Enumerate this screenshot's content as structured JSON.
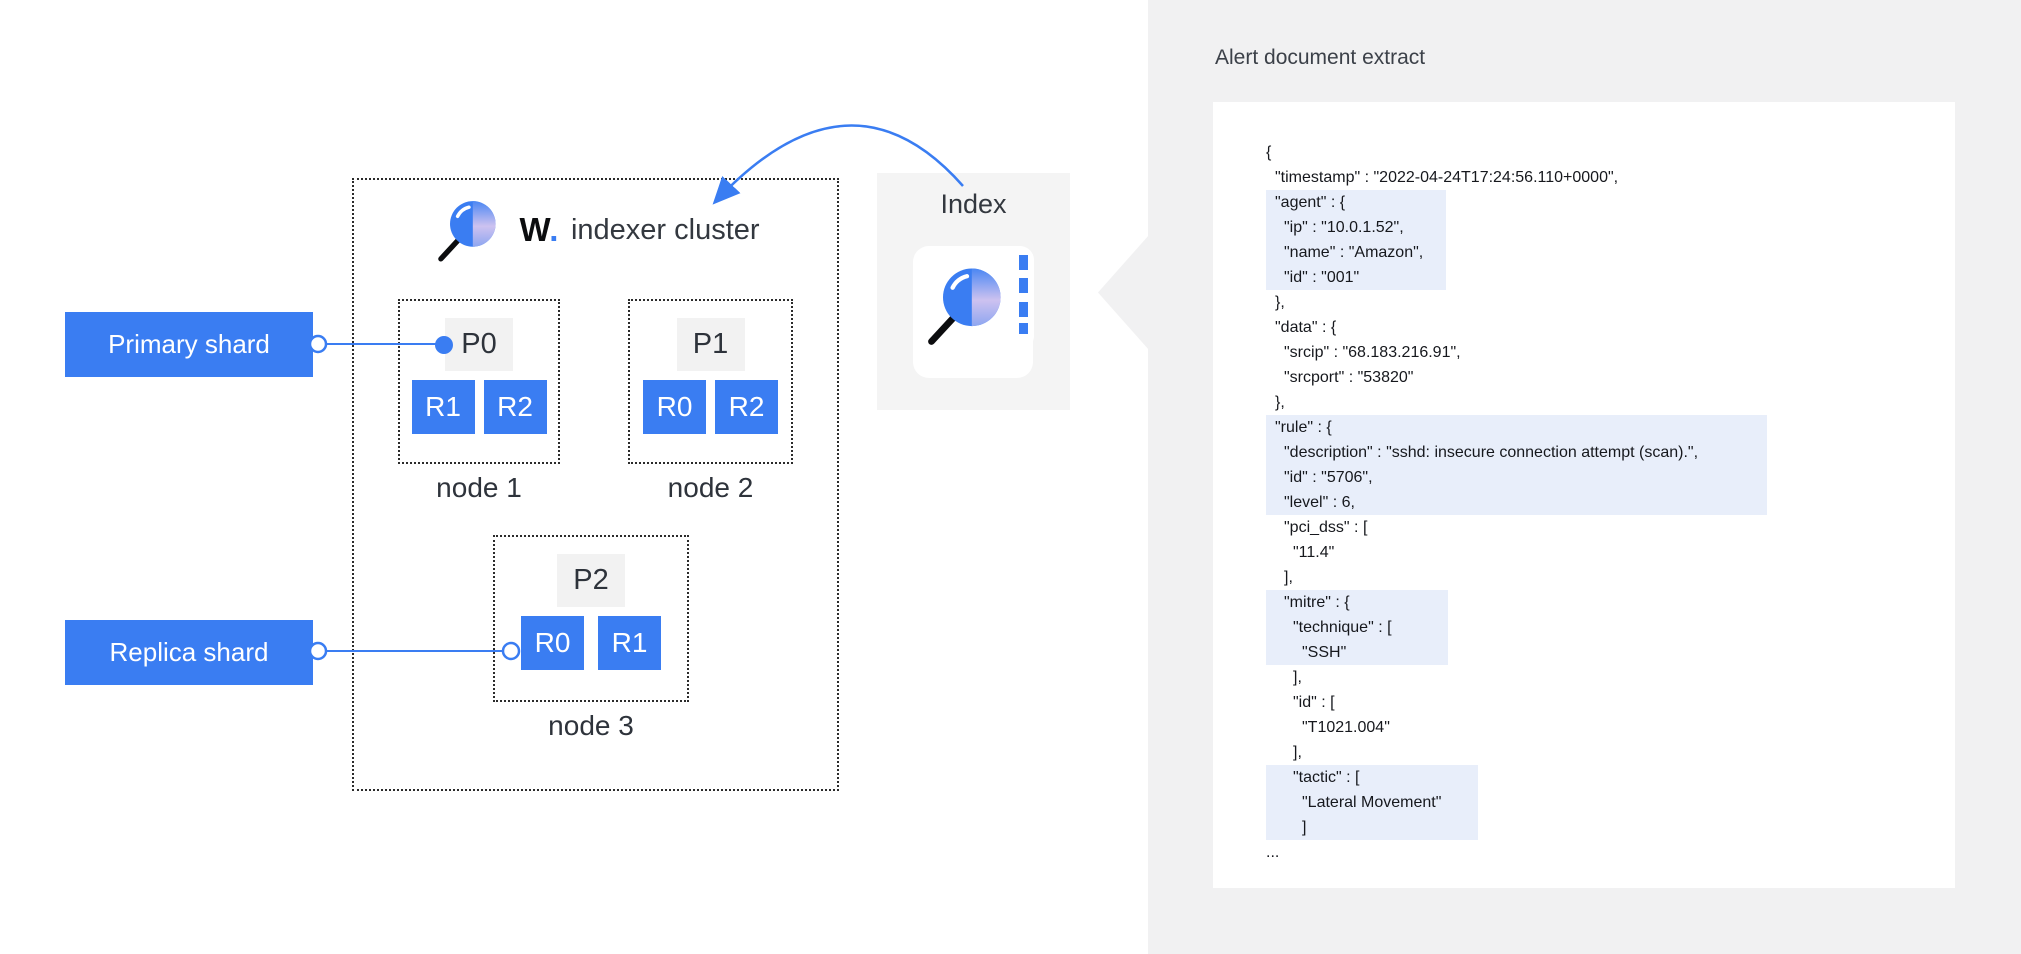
{
  "colors": {
    "accent": "#3a7df2",
    "hl": "#e8eefa",
    "panel_bg": "#f1f1f2",
    "index_bg": "#f4f4f4",
    "pchip": "#f2f2f2"
  },
  "cluster": {
    "brand": "W",
    "brand_dot": ".",
    "title": "indexer cluster",
    "nodes": [
      {
        "name": "node 1",
        "primary": "P0",
        "replicas": [
          "R1",
          "R2"
        ]
      },
      {
        "name": "node 2",
        "primary": "P1",
        "replicas": [
          "R0",
          "R2"
        ]
      },
      {
        "name": "node 3",
        "primary": "P2",
        "replicas": [
          "R0",
          "R1"
        ]
      }
    ]
  },
  "legend": {
    "primary_label": "Primary shard",
    "replica_label": "Replica shard"
  },
  "index_card": {
    "title": "Index"
  },
  "panel": {
    "title": "Alert document extract",
    "highlight_widths": {
      "agent": 180,
      "rule": 501,
      "mitre": 182,
      "tactic": 212
    },
    "json_lines": [
      {
        "t": "{",
        "i": 0
      },
      {
        "t": "\"timestamp\" : \"2022-04-24T17:24:56.110+0000\",",
        "i": 1
      },
      {
        "t": "\"agent\" : {",
        "i": 1,
        "hl": "agent"
      },
      {
        "t": "\"ip\" : \"10.0.1.52\",",
        "i": 2,
        "hl": "agent"
      },
      {
        "t": "\"name\" : \"Amazon\",",
        "i": 2,
        "hl": "agent"
      },
      {
        "t": "\"id\" : \"001\"",
        "i": 2,
        "hl": "agent"
      },
      {
        "t": "},",
        "i": 1
      },
      {
        "t": "\"data\" : {",
        "i": 1
      },
      {
        "t": "\"srcip\" : \"68.183.216.91\",",
        "i": 2
      },
      {
        "t": "\"srcport\" : \"53820\"",
        "i": 2
      },
      {
        "t": "},",
        "i": 1
      },
      {
        "t": "\"rule\" : {",
        "i": 1,
        "hl": "rule"
      },
      {
        "t": "\"description\" : \"sshd: insecure connection attempt (scan).\",",
        "i": 2,
        "hl": "rule"
      },
      {
        "t": "\"id\" : \"5706\",",
        "i": 2,
        "hl": "rule"
      },
      {
        "t": "\"level\" : 6,",
        "i": 2,
        "hl": "rule"
      },
      {
        "t": "\"pci_dss\" : [",
        "i": 2
      },
      {
        "t": "\"11.4\"",
        "i": 3
      },
      {
        "t": "],",
        "i": 2
      },
      {
        "t": "\"mitre\" : {",
        "i": 2,
        "hl": "mitre"
      },
      {
        "t": "\"technique\" : [",
        "i": 3,
        "hl": "mitre"
      },
      {
        "t": "\"SSH\"",
        "i": 4,
        "hl": "mitre"
      },
      {
        "t": "],",
        "i": 3
      },
      {
        "t": "\"id\" : [",
        "i": 3
      },
      {
        "t": "\"T1021.004\"",
        "i": 4
      },
      {
        "t": "],",
        "i": 3
      },
      {
        "t": "\"tactic\" : [",
        "i": 3,
        "hl": "tactic"
      },
      {
        "t": "\"Lateral Movement\"",
        "i": 4,
        "hl": "tactic"
      },
      {
        "t": "]",
        "i": 4,
        "hl": "tactic"
      },
      {
        "t": "...",
        "i": 0
      }
    ]
  }
}
